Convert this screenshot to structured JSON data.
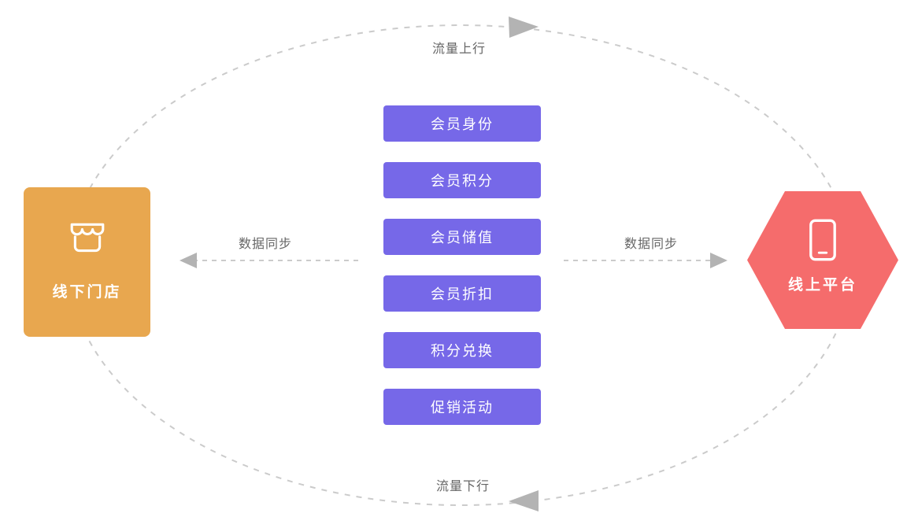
{
  "colors": {
    "offline": "#E8A74F",
    "online": "#F56C6C",
    "feature": "#7668E8",
    "line": "#CBCBCB",
    "arrow": "#B3B3B3",
    "label-text": "#666666"
  },
  "diagram": {
    "flow_top_label": "流量上行",
    "flow_bottom_label": "流量下行",
    "sync_left_label": "数据同步",
    "sync_right_label": "数据同步",
    "offline_store_label": "线下门店",
    "online_platform_label": "线上平台",
    "feature_items": [
      {
        "label": "会员身份"
      },
      {
        "label": "会员积分"
      },
      {
        "label": "会员储值"
      },
      {
        "label": "会员折扣"
      },
      {
        "label": "积分兑换"
      },
      {
        "label": "促销活动"
      }
    ]
  }
}
